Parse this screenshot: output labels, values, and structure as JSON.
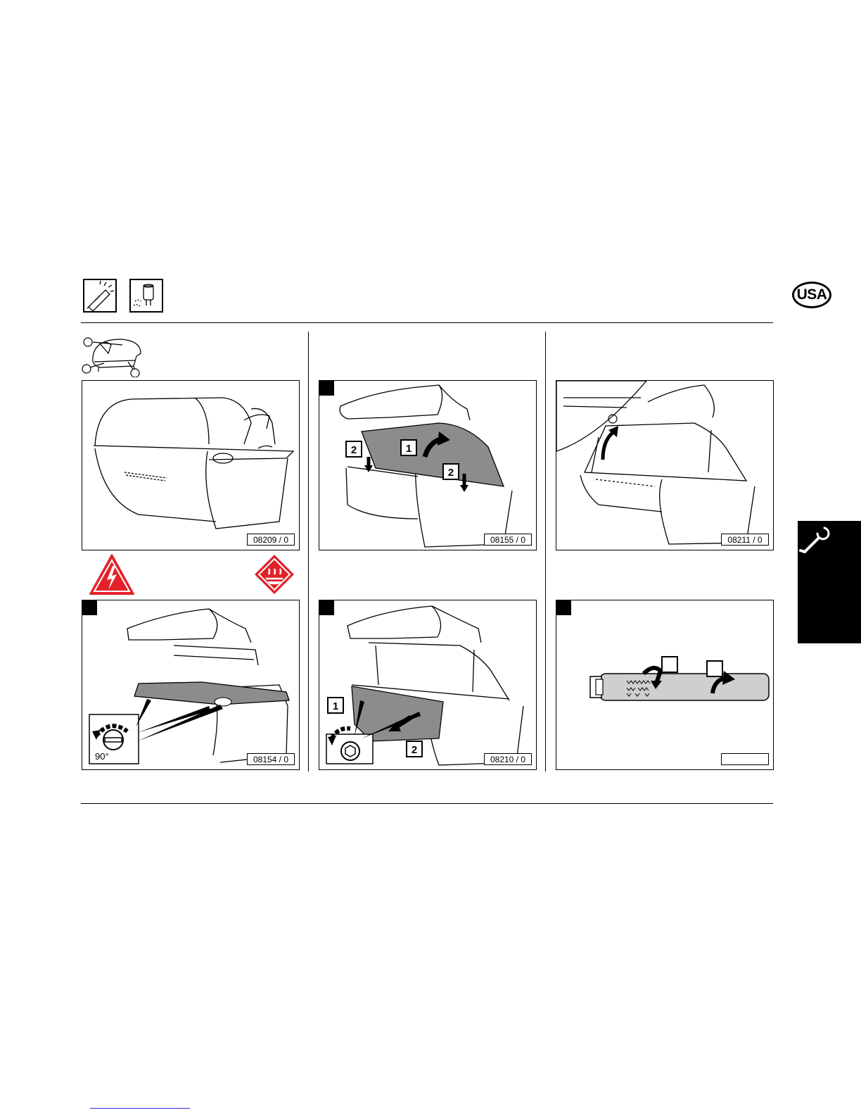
{
  "header": {
    "icons": [
      "uv-lamp-icon",
      "starter-icon"
    ],
    "country_badge": "USA",
    "section_tab_icon": "wrench-icon"
  },
  "overview": {
    "callouts": [
      "",
      "",
      ""
    ]
  },
  "panels": [
    {
      "id": "p1",
      "ref": "08209 / 0",
      "step": "",
      "labels": []
    },
    {
      "id": "p2",
      "ref": "08155 / 0",
      "step": "",
      "labels": [
        "2",
        "1",
        "2"
      ]
    },
    {
      "id": "p3",
      "ref": "08211 / 0",
      "step": "",
      "labels": []
    },
    {
      "id": "p4",
      "ref": "08154 / 0",
      "step": "",
      "labels": [
        "90°"
      ]
    },
    {
      "id": "p5",
      "ref": "08210 / 0",
      "step": "",
      "labels": [
        "1",
        "2"
      ]
    },
    {
      "id": "p6",
      "ref": "",
      "step": "",
      "labels": [
        "",
        ""
      ]
    }
  ],
  "warnings": [
    "electric-shock-warning-icon",
    "hot-surface-warning-icon"
  ],
  "colors": {
    "warning_red": "#e3212b",
    "panel_shade": "#8c8c8c"
  }
}
